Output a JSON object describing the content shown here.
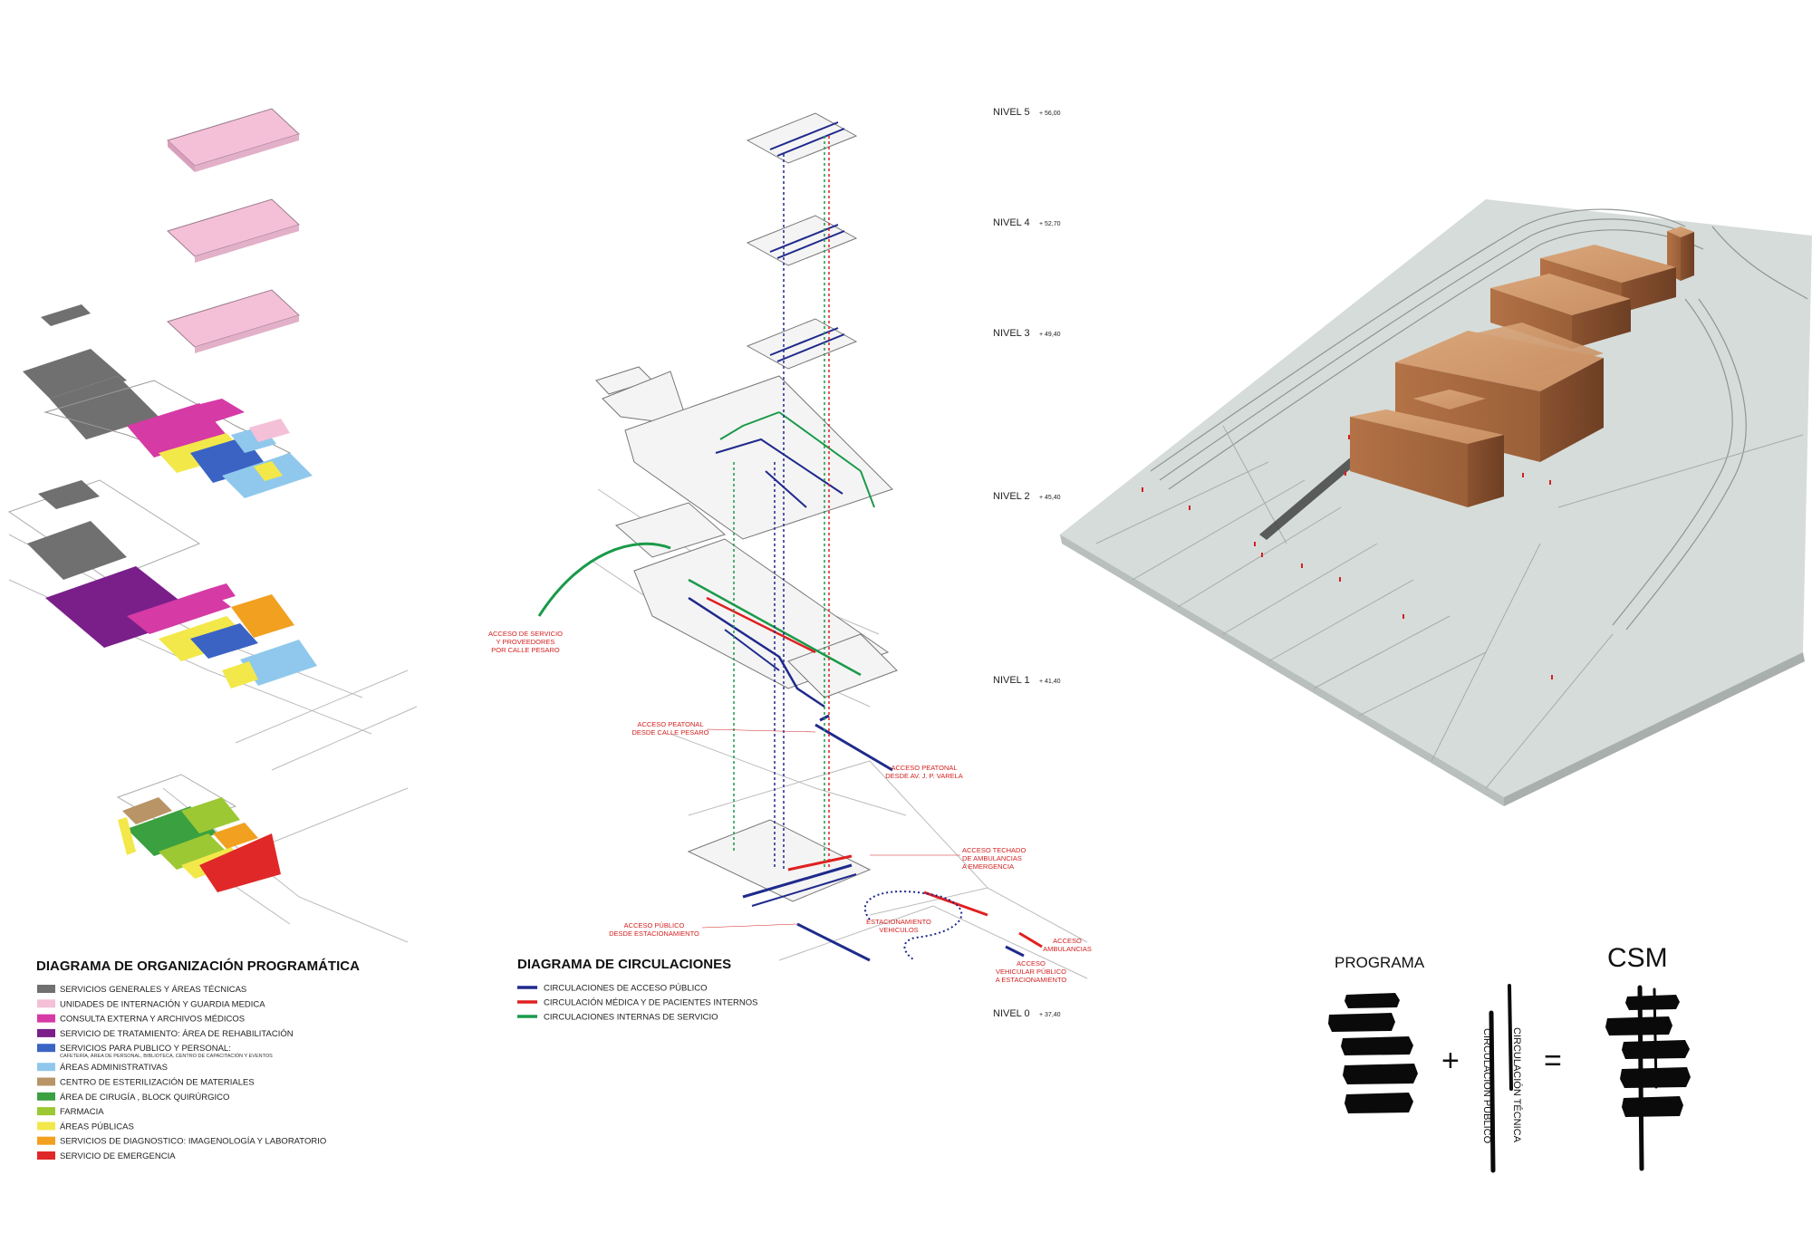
{
  "programmatic": {
    "title": "DIAGRAMA DE ORGANIZACIÓN PROGRAMÁTICA",
    "legend": [
      {
        "label": "SERVICIOS GENERALES Y ÁREAS TÉCNICAS",
        "color": "#707070"
      },
      {
        "label": "UNIDADES DE INTERNACIÓN Y GUARDIA MEDICA",
        "color": "#f4c0d8"
      },
      {
        "label": "CONSULTA EXTERNA Y ARCHIVOS MÉDICOS",
        "color": "#d63aa5"
      },
      {
        "label": "SERVICIO DE TRATAMIENTO:  ÁREA DE REHABILITACIÓN",
        "color": "#7a1f8a"
      },
      {
        "label": "SERVICIOS PARA PUBLICO Y PERSONAL:",
        "sub": "CAFETERÍA, ÁREA DE PERSONAL, BIBLIOTECA, CENTRO DE CAPACITACIÓN Y EVENTOS",
        "color": "#3a63c4"
      },
      {
        "label": "ÁREAS ADMINISTRATIVAS",
        "color": "#8fc8ec"
      },
      {
        "label": "CENTRO DE ESTERILIZACIÓN DE MATERIALES",
        "color": "#b89466"
      },
      {
        "label": "ÁREA DE CIRUGÍA , BLOCK QUIRÚRGICO",
        "color": "#3aa040"
      },
      {
        "label": "FARMACIA",
        "color": "#9cc834"
      },
      {
        "label": "ÁREAS PÚBLICAS",
        "color": "#f2e84a"
      },
      {
        "label": "SERVICIOS DE DIAGNOSTICO: IMAGENOLOGÍA Y LABORATORIO",
        "color": "#f2a020"
      },
      {
        "label": "SERVICIO DE EMERGENCIA",
        "color": "#e02828"
      }
    ]
  },
  "circulation": {
    "title": "DIAGRAMA DE CIRCULACIONES",
    "legend": [
      {
        "label": "CIRCULACIONES DE ACCESO PÚBLICO",
        "color": "#1f2a8c"
      },
      {
        "label": "CIRCULACIÓN MÉDICA Y DE PACIENTES INTERNOS",
        "color": "#e02020"
      },
      {
        "label": "CIRCULACIONES INTERNAS DE SERVICIO",
        "color": "#1a9a4a"
      }
    ],
    "levels": [
      {
        "name": "NIVEL 5",
        "elev": "+ 56,00"
      },
      {
        "name": "NIVEL 4",
        "elev": "+ 52,70"
      },
      {
        "name": "NIVEL 3",
        "elev": "+ 49,40"
      },
      {
        "name": "NIVEL 2",
        "elev": "+ 45,40"
      },
      {
        "name": "NIVEL 1",
        "elev": "+ 41,40"
      },
      {
        "name": "NIVEL 0",
        "elev": "+ 37,40"
      }
    ],
    "annotations": {
      "service_access": [
        "ACCESO DE SERVICIO",
        "Y PROVEEDORES",
        "POR CALLE PESARO"
      ],
      "ped_pesaro": [
        "ACCESO PEATONAL",
        "DESDE CALLE PESARO"
      ],
      "ped_varela": [
        "ACCESO PEATONAL",
        "DESDE AV. J. P. VARELA"
      ],
      "ambulance_roof": [
        "ACCESO TECHADO",
        "DE AMBULANCIAS",
        "A EMERGENCIA"
      ],
      "public_parking": [
        "ACCESO PÚBLICO",
        "DESDE ESTACIONAMIENTO"
      ],
      "parking": [
        "ESTACIONAMIENTO",
        "VEHICULOS"
      ],
      "ambulance": [
        "ACCESO",
        "AMBULANCIAS"
      ],
      "vehicle_public": [
        "ACCESO",
        "VEHICULAR PÚBLICO",
        "A ESTACIONAMIENTO"
      ]
    }
  },
  "concept": {
    "programa": "PROGRAMA",
    "csm": "CSM",
    "plus": "+",
    "equals": "=",
    "circ_tecnica": "CIRCULACIÓN TÉCNICA",
    "circ_publico": "CIRCULACIÓN PÚBLICO"
  }
}
